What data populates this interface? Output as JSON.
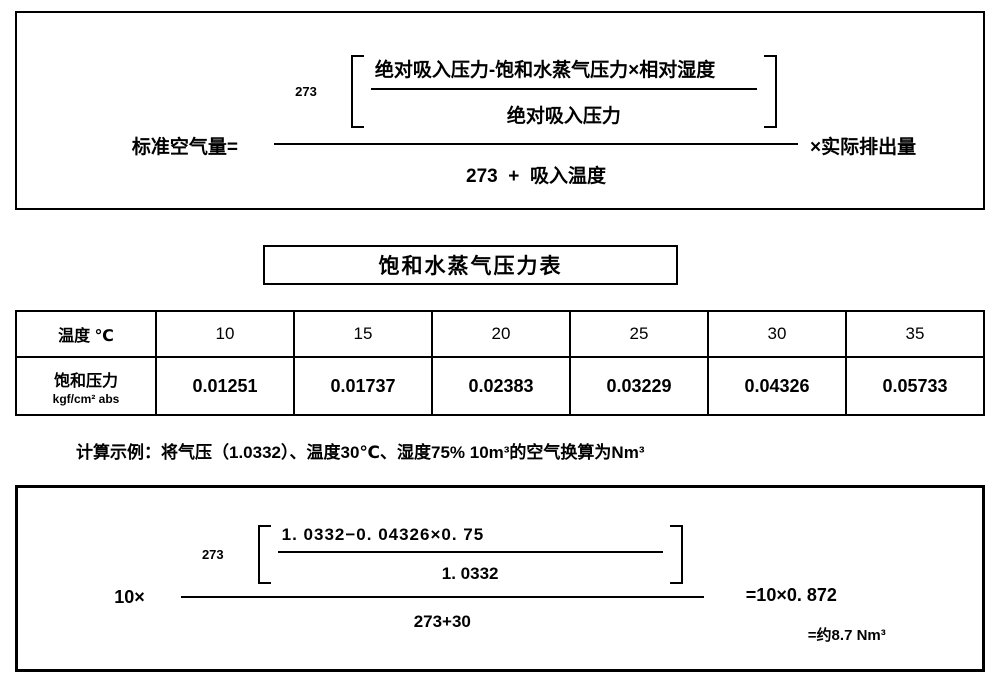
{
  "formula_box": {
    "lhs": "标准空气量=",
    "coefficient": "273",
    "inner_numerator": "绝对吸入压力-饱和水蒸气压力×相对湿度",
    "inner_denominator": "绝对吸入压力",
    "denominator": "273  +  吸入温度",
    "multiplier": "×实际排出量"
  },
  "table_title": "饱和水蒸气压力表",
  "pressure_table": {
    "row1_header": "温度 ℃",
    "temperatures": [
      "10",
      "15",
      "20",
      "25",
      "30",
      "35"
    ],
    "row2_header": "饱和压力",
    "row2_subheader": "kgf/cm² abs",
    "pressures": [
      "0.01251",
      "0.01737",
      "0.02383",
      "0.03229",
      "0.04326",
      "0.05733"
    ]
  },
  "example_caption": "计算示例：将气压（1.0332）、温度30℃、湿度75% 10m³的空气换算为Nm³",
  "example_box": {
    "lhs": "10×",
    "coefficient": "273",
    "inner_numerator": "1. 0332−0. 04326×0. 75",
    "inner_denominator": "1. 0332",
    "denominator": "273+30",
    "result_line1": "=10×0. 872",
    "result_line2": "=约8.7 Nm³"
  },
  "colors": {
    "ink": "#000000",
    "paper": "#ffffff"
  }
}
